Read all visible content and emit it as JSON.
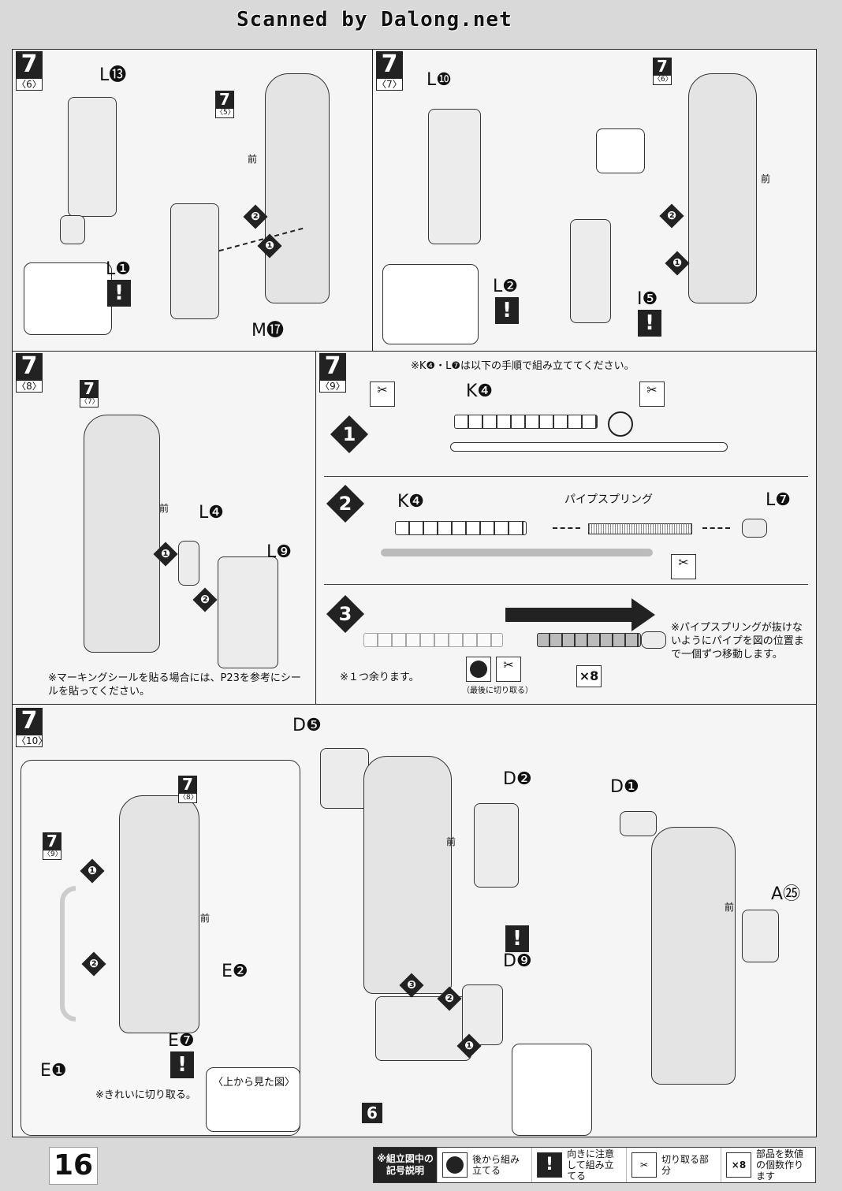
{
  "header": {
    "watermark": "Scanned by Dalong.net"
  },
  "panels": {
    "p6": {
      "step": "7",
      "sub": "〈6〉",
      "ref_step": "7",
      "ref_sub": "〈5〉",
      "front": "前",
      "parts": [
        "L⓭",
        "L❶",
        "M⓱"
      ],
      "nums": [
        "❶",
        "❷"
      ]
    },
    "p7": {
      "step": "7",
      "sub": "〈7〉",
      "ref_step": "7",
      "ref_sub": "〈6〉",
      "front": "前",
      "parts": [
        "L❿",
        "L❷",
        "I❺"
      ],
      "nums": [
        "❶",
        "❷"
      ]
    },
    "p8": {
      "step": "7",
      "sub": "〈8〉",
      "ref_step": "7",
      "ref_sub": "〈7〉",
      "front": "前",
      "parts": [
        "L❹",
        "L❾"
      ],
      "nums": [
        "❶",
        "❷"
      ],
      "note": "※マーキングシールを貼る場合には、P23を参考にシールを貼ってください。"
    },
    "p9": {
      "step": "7",
      "sub": "〈9〉",
      "note_top": "※K❹・L❼は以下の手順で組み立ててください。",
      "substeps": [
        "1",
        "2",
        "3"
      ],
      "s1_part": "K❹",
      "s2_part": "K❹",
      "s2_spring": "パイプスプリング",
      "s2_cap": "L❼",
      "s3_note_left": "※１つ余ります。",
      "s3_cut_last": "（最後に切り取る）",
      "s3_multiplier": "×8",
      "s3_note_right": "※パイプスプリングが抜けないようにパイプを図の位置まで一個ずつ移動します。"
    },
    "p10": {
      "step": "7",
      "sub": "〈10〉",
      "ref_a_step": "7",
      "ref_a_sub": "〈8〉",
      "ref_b_step": "7",
      "ref_b_sub": "〈9〉",
      "front": "前",
      "parts_left": [
        "E❷",
        "E❼",
        "E❶"
      ],
      "note_cut": "※きれいに切り取る。",
      "top_view": "〈上から見た図〉",
      "parts_mid": [
        "D❺",
        "D❷",
        "D❾"
      ],
      "mid_step": "6",
      "parts_right": [
        "D❶",
        "A㉕"
      ],
      "nums": [
        "❶",
        "❷",
        "❸"
      ]
    }
  },
  "footer": {
    "page_number": "16",
    "legend_title": "※組立図中の記号説明",
    "legend": [
      {
        "icon": "assemble-later-icon",
        "label": "後から組み立てる"
      },
      {
        "icon": "caution-icon",
        "label": "向きに注意して組み立てる"
      },
      {
        "icon": "nipper-icon",
        "label": "切り取る部分"
      },
      {
        "icon": "multiplier-icon",
        "symbol": "×8",
        "label": "部品を数値の個数作ります"
      }
    ]
  }
}
